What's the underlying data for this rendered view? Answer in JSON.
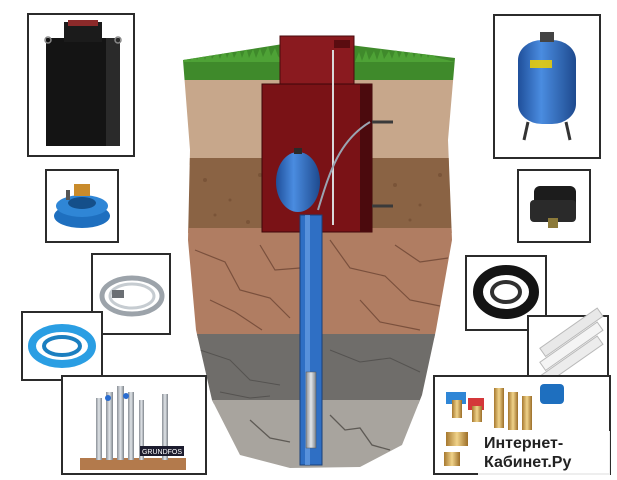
{
  "scene": {
    "subject": "well-water-supply-diagram",
    "products": [
      "caisson",
      "well-head",
      "steel-cable",
      "blue-pipe-coil",
      "submersible-pumps",
      "hydraulic-accumulator",
      "pressure-switch",
      "black-hose-coil",
      "pvc-pipes",
      "brass-fittings"
    ]
  },
  "pump_brand": "GRUNDFOS",
  "watermark": {
    "line1": "Интернет-",
    "line2": "Кабинет.Ру"
  },
  "colors": {
    "caisson": "#7a1216",
    "pipe_blue": "#2f6fc4",
    "tank_blue": "#2b63b8",
    "grass": "#3f8a2b",
    "topsoil": "#c7a78b",
    "loam": "#8a6344",
    "clay": "#b07d62",
    "rock": "#6f6d6a",
    "gravel": "#a8a49e"
  }
}
